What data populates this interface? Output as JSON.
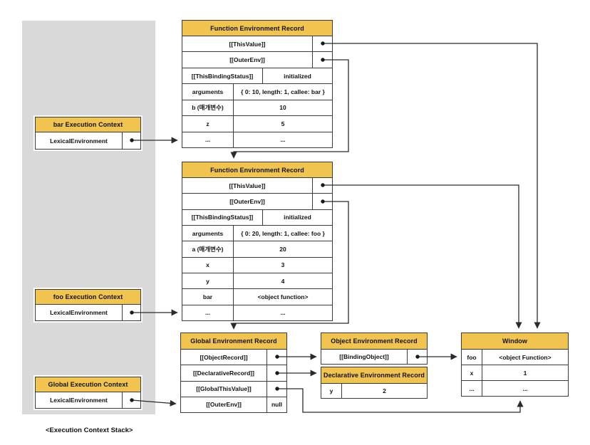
{
  "colors": {
    "header_yellow": "#F1C34F",
    "panel_gray": "#D9D9D9",
    "line_black": "#2b2b2b",
    "background": "#FFFFFF"
  },
  "stack_label": "<Execution Context Stack>",
  "contexts": {
    "bar": {
      "title": "bar Execution Context",
      "lexical": "LexicalEnvironment"
    },
    "foo": {
      "title": "foo Execution Context",
      "lexical": "LexicalEnvironment"
    },
    "global": {
      "title": "Global Execution Context",
      "lexical": "LexicalEnvironment"
    }
  },
  "fer1": {
    "title": "Function Environment Record",
    "this_value": "[[ThisValue]]",
    "outer_env": "[[OuterEnv]]",
    "rows": [
      {
        "k": "[[ThisBindingStatus]]",
        "v": "initialized"
      },
      {
        "k": "arguments",
        "v": "{ 0: 10, length: 1, callee: bar }"
      },
      {
        "k": "b (매개변수)",
        "v": "10"
      },
      {
        "k": "z",
        "v": "5"
      },
      {
        "k": "...",
        "v": "..."
      }
    ]
  },
  "fer2": {
    "title": "Function Environment Record",
    "this_value": "[[ThisValue]]",
    "outer_env": "[[OuterEnv]]",
    "rows": [
      {
        "k": "[[ThisBindingStatus]]",
        "v": "initialized"
      },
      {
        "k": "arguments",
        "v": "{ 0: 20, length: 1, callee: foo }"
      },
      {
        "k": "a (매개변수)",
        "v": "20"
      },
      {
        "k": "x",
        "v": "3"
      },
      {
        "k": "y",
        "v": "4"
      },
      {
        "k": "bar",
        "v": "<object function>"
      },
      {
        "k": "...",
        "v": "..."
      }
    ]
  },
  "ger": {
    "title": "Global Environment Record",
    "rows": [
      {
        "k": "[[ObjectRecord]]",
        "v": ""
      },
      {
        "k": "[[DeclarativeRecord]]",
        "v": ""
      },
      {
        "k": "[[GlobalThisValue]]",
        "v": ""
      },
      {
        "k": "[[OuterEnv]]",
        "v": "null"
      }
    ]
  },
  "oer": {
    "title": "Object Environment Record",
    "binding_object": "[[BindingObject]]"
  },
  "der": {
    "title": "Declarative Environment Record",
    "rows": [
      {
        "k": "y",
        "v": "2"
      }
    ]
  },
  "window_obj": {
    "title": "Window",
    "rows": [
      {
        "k": "foo",
        "v": "<object Function>"
      },
      {
        "k": "x",
        "v": "1"
      },
      {
        "k": "...",
        "v": "..."
      }
    ]
  }
}
